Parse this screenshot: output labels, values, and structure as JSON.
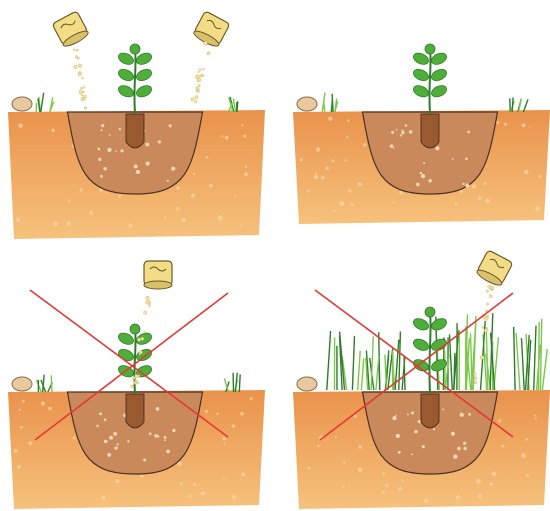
{
  "panels": [
    {
      "id": "top-left",
      "crossed": false,
      "pour_left": true,
      "pour_right": true,
      "pour_center": false,
      "tall_grass": false
    },
    {
      "id": "top-right",
      "crossed": false,
      "pour_left": false,
      "pour_right": false,
      "pour_center": false,
      "tall_grass": false
    },
    {
      "id": "bottom-left",
      "crossed": true,
      "pour_left": false,
      "pour_right": false,
      "pour_center": true,
      "tall_grass": false
    },
    {
      "id": "bottom-right",
      "crossed": true,
      "pour_left": false,
      "pour_right": true,
      "pour_center": false,
      "tall_grass": true
    }
  ],
  "colors": {
    "soil_light": "#f6c27c",
    "soil_dark": "#e9924c",
    "hole_fill": "#c9895a",
    "hole_dark": "#9a5a30",
    "hole_outline": "#4a3224",
    "plant_green": "#4fae3a",
    "plant_dark": "#2e7d2a",
    "grass": "#7cc84a",
    "can_body": "#f2dc86",
    "can_outline": "#6b5a2a",
    "cross_red": "#e53935",
    "granules": "#f5e2a0"
  }
}
